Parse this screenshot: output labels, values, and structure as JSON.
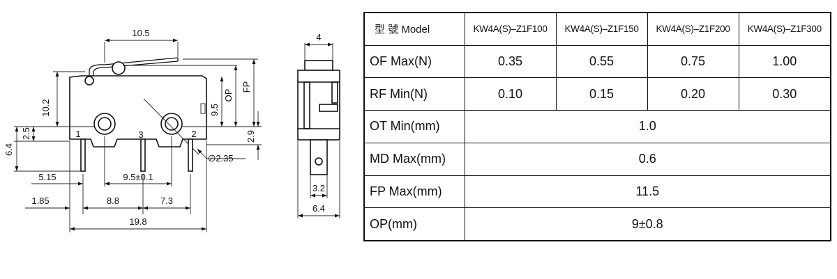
{
  "drawing": {
    "side_view": {
      "dims": {
        "lever_length": "10.5",
        "height_body": "10.2",
        "op_height": "9.5",
        "op_label": "OP",
        "fp_label": "FP",
        "pin_spacing_center": "9.5±0.1",
        "pin_height": "2.5",
        "total_height": "6.4",
        "hole_offset": "2.9",
        "hole_diameter": "∅2.35",
        "left_offset": "5.15",
        "edge_offset": "1.85",
        "pin_pitch_left": "8.8",
        "pin_pitch_right": "7.3",
        "overall_length": "19.8"
      },
      "terminals": [
        "1",
        "3",
        "2"
      ]
    },
    "end_view": {
      "dims": {
        "top_width": "4",
        "terminal_width": "3.2",
        "overall_width": "6.4"
      }
    }
  },
  "table": {
    "header": {
      "label": "型 號 Model",
      "models": [
        "KW4A(S)–Z1F100",
        "KW4A(S)–Z1F150",
        "KW4A(S)–Z1F200",
        "KW4A(S)–Z1F300"
      ]
    },
    "rows_multi": [
      {
        "label": "OF Max(N)",
        "values": [
          "0.35",
          "0.55",
          "0.75",
          "1.00"
        ]
      },
      {
        "label": "RF Min(N)",
        "values": [
          "0.10",
          "0.15",
          "0.20",
          "0.30"
        ]
      }
    ],
    "rows_span": [
      {
        "label": "OT Min(mm)",
        "value": "1.0"
      },
      {
        "label": "MD Max(mm)",
        "value": "0.6"
      },
      {
        "label": "FP Max(mm)",
        "value": "11.5"
      },
      {
        "label": "OP(mm)",
        "value": "9±0.8"
      }
    ]
  }
}
